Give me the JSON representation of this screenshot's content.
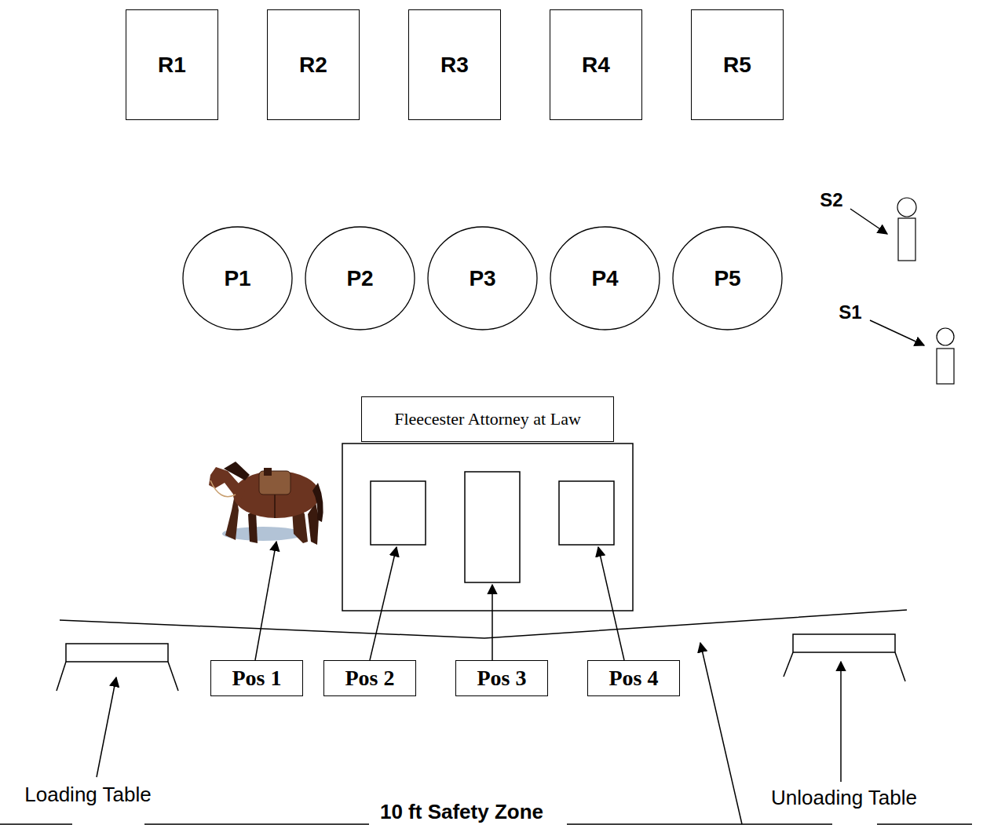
{
  "diagram": {
    "nodes": [
      {
        "text": [
          "R1"
        ]
      },
      {
        "text": [
          "R2"
        ]
      },
      {
        "text": [
          "R3"
        ]
      },
      {
        "text": [
          "R4"
        ]
      },
      {
        "text": [
          "R5"
        ]
      },
      {
        "text": [
          "P1"
        ]
      },
      {
        "text": [
          "P2"
        ]
      },
      {
        "text": [
          "P3"
        ]
      },
      {
        "text": [
          "P4"
        ]
      },
      {
        "text": [
          "P5"
        ]
      },
      {
        "text": [
          "Fleecester Attorney at Law"
        ]
      },
      {
        "text": [
          "Pos 1"
        ]
      },
      {
        "text": [
          "Pos 2"
        ]
      },
      {
        "text": [
          "Pos 3"
        ]
      },
      {
        "text": [
          "Pos 4"
        ]
      }
    ],
    "labels": [
      "S2",
      "S1",
      "Loading Table",
      "Unloading Table",
      "10 ft Safety Zone"
    ]
  }
}
